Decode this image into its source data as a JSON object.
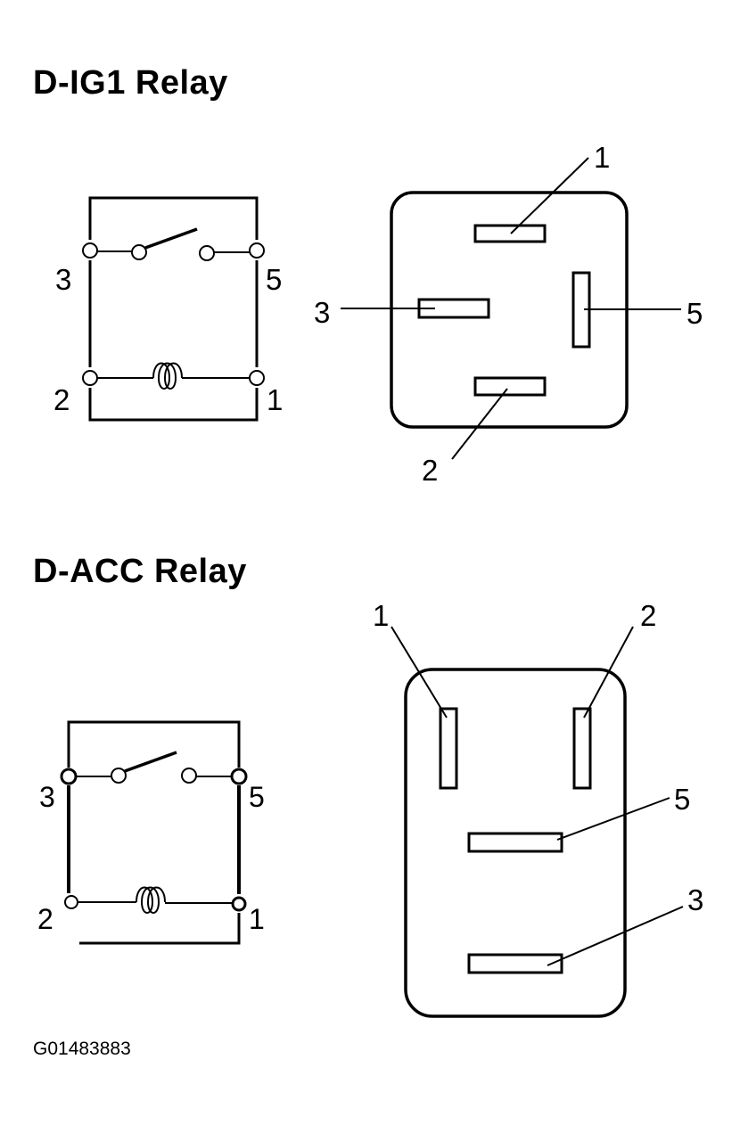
{
  "relay1": {
    "title": "D-IG1 Relay",
    "schematic_terminals": [
      "3",
      "5",
      "2",
      "1"
    ],
    "connector_terminals": [
      "1",
      "3",
      "5",
      "2"
    ]
  },
  "relay2": {
    "title": "D-ACC Relay",
    "schematic_terminals": [
      "3",
      "5",
      "2",
      "1"
    ],
    "connector_terminals": [
      "1",
      "2",
      "5",
      "3"
    ]
  },
  "figure_id": "G01483883"
}
